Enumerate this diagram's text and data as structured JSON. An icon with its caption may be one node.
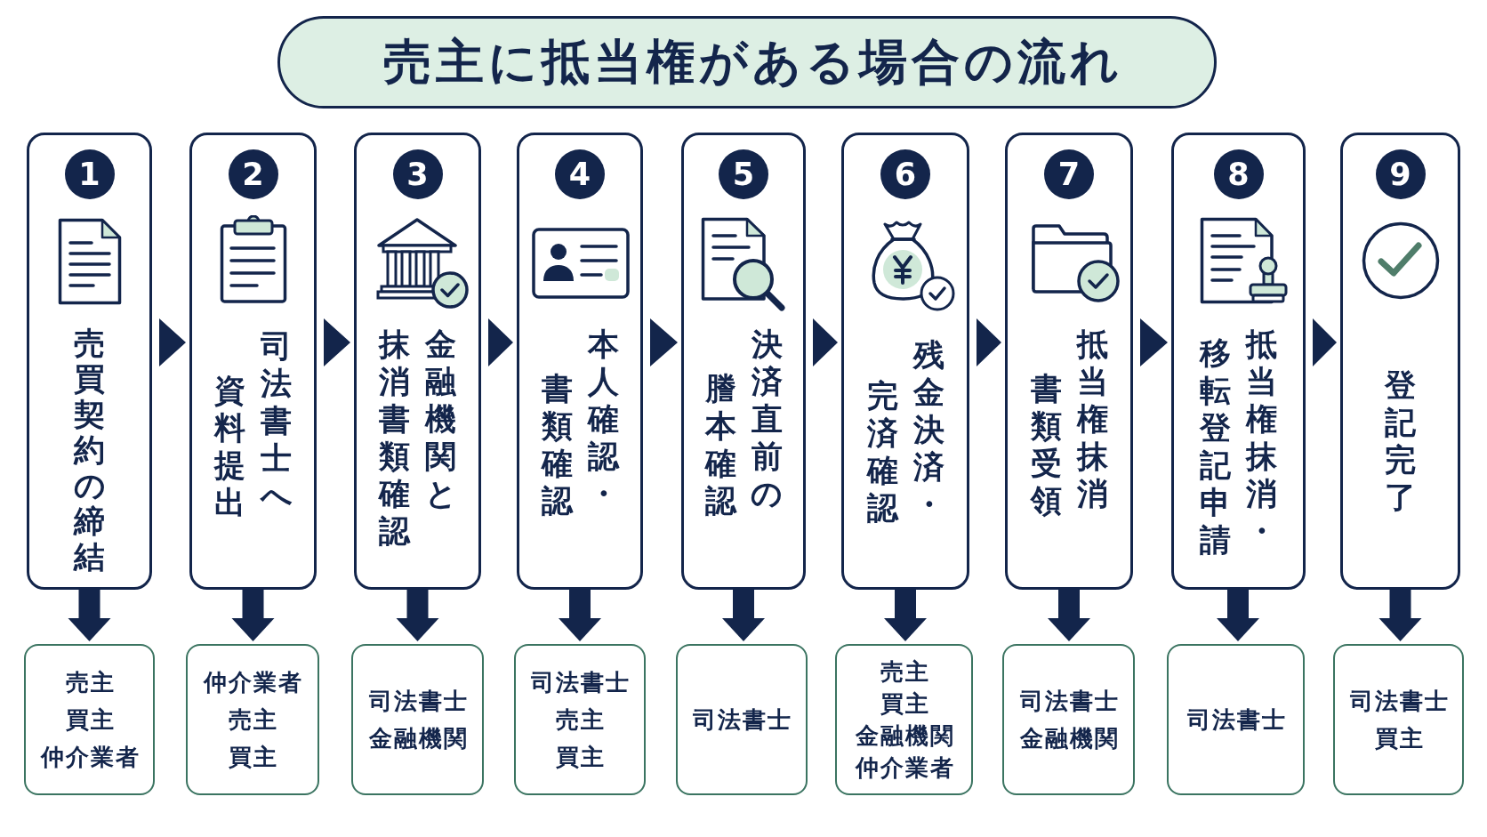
{
  "diagram": {
    "title": "売主に抵当権がある場合の流れ",
    "nodes": [
      {
        "text": [
          "1",
          "売買契約の締結"
        ]
      },
      {
        "text": [
          "2",
          "司法書士へ資料提出"
        ]
      },
      {
        "text": [
          "3",
          "金融機関と抹消書類確認"
        ]
      },
      {
        "text": [
          "4",
          "本人確認・書類確認"
        ]
      },
      {
        "text": [
          "5",
          "決済直前の謄本確認"
        ]
      },
      {
        "text": [
          "6",
          "残金決済・完済確認"
        ]
      },
      {
        "text": [
          "7",
          "抵当権抹消書類受領"
        ]
      },
      {
        "text": [
          "8",
          "抵当権抹消・移転登記申請"
        ]
      },
      {
        "text": [
          "9",
          "登記完了"
        ]
      },
      {
        "text": [
          "売主",
          "買主",
          "仲介業者"
        ]
      },
      {
        "text": [
          "仲介業者",
          "売主",
          "買主"
        ]
      },
      {
        "text": [
          "司法書士",
          "金融機関"
        ]
      },
      {
        "text": [
          "司法書士",
          "売主",
          "買主"
        ]
      },
      {
        "text": [
          "司法書士"
        ]
      },
      {
        "text": [
          "売主",
          "買主",
          "金融機関",
          "仲介業者"
        ]
      },
      {
        "text": [
          "司法書士",
          "金融機関"
        ]
      },
      {
        "text": [
          "司法書士"
        ]
      },
      {
        "text": [
          "司法書士",
          "買主"
        ]
      }
    ],
    "edges": [
      {
        "from": 0,
        "to": 1,
        "arrow": "to"
      },
      {
        "from": 1,
        "to": 2,
        "arrow": "to"
      },
      {
        "from": 2,
        "to": 3,
        "arrow": "to"
      },
      {
        "from": 3,
        "to": 4,
        "arrow": "to"
      },
      {
        "from": 4,
        "to": 5,
        "arrow": "to"
      },
      {
        "from": 5,
        "to": 6,
        "arrow": "to"
      },
      {
        "from": 6,
        "to": 7,
        "arrow": "to"
      },
      {
        "from": 7,
        "to": 8,
        "arrow": "to"
      },
      {
        "from": 0,
        "to": 9,
        "arrow": "to"
      },
      {
        "from": 1,
        "to": 10,
        "arrow": "to"
      },
      {
        "from": 2,
        "to": 11,
        "arrow": "to"
      },
      {
        "from": 3,
        "to": 12,
        "arrow": "to"
      },
      {
        "from": 4,
        "to": 13,
        "arrow": "to"
      },
      {
        "from": 5,
        "to": 14,
        "arrow": "to"
      },
      {
        "from": 6,
        "to": 15,
        "arrow": "to"
      },
      {
        "from": 7,
        "to": 16,
        "arrow": "to"
      },
      {
        "from": 8,
        "to": 17,
        "arrow": "to"
      }
    ]
  }
}
